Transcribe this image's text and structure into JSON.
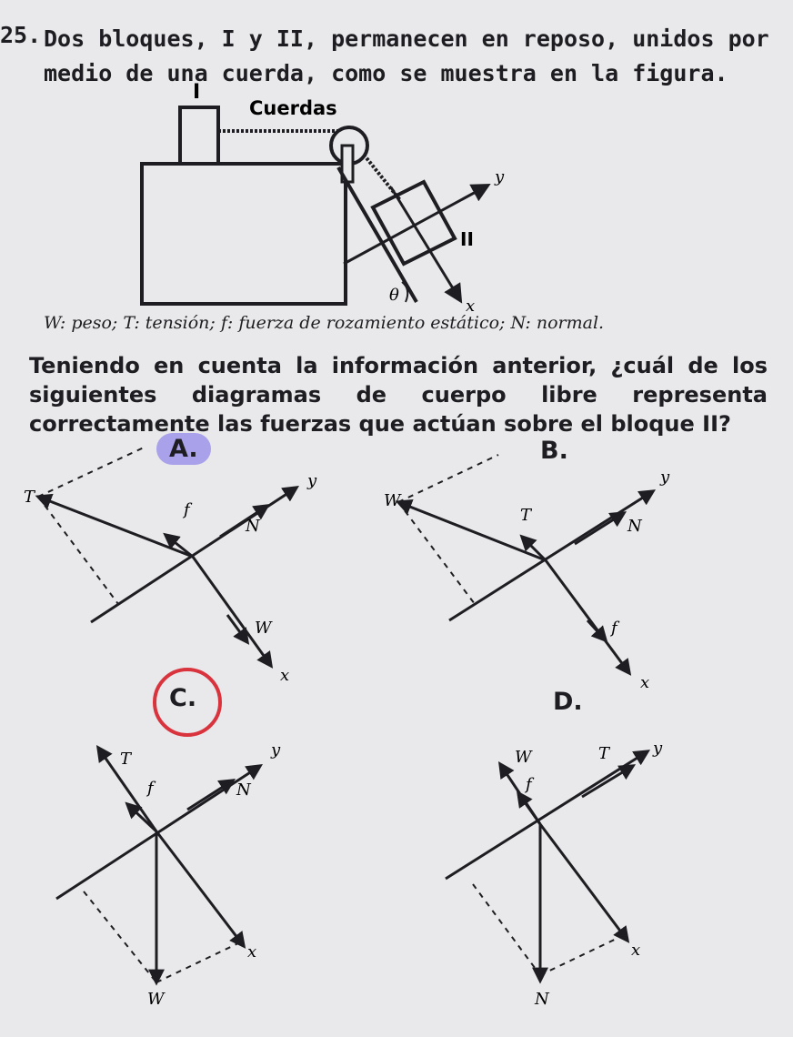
{
  "question": {
    "number": "25.",
    "stem": "Dos bloques, I y II, permanecen en reposo, unidos por medio de una cuerda, como se muestra en la figura.",
    "legend": "W: peso; T: tensión; f: fuerza de rozamiento estático; N: normal.",
    "prompt": "Teniendo en cuenta la información anterior, ¿cuál de los siguientes diagramas de cuerpo libre representa correctamente las fuerzas que actúan sobre el bloque II?"
  },
  "figure": {
    "block1_label": "I",
    "rope_label": "Cuerdas",
    "block2_label": "II",
    "angle_label": "θ",
    "axis_x": "x",
    "axis_y": "y"
  },
  "options": [
    {
      "letter": "A.",
      "labels": {
        "T": "T",
        "f": "f",
        "N": "N",
        "W": "W",
        "x": "x",
        "y": "y"
      }
    },
    {
      "letter": "B.",
      "labels": {
        "W": "W",
        "T": "T",
        "N": "N",
        "f": "f",
        "x": "x",
        "y": "y"
      }
    },
    {
      "letter": "C.",
      "labels": {
        "T": "T",
        "f": "f",
        "N": "N",
        "W": "W",
        "x": "x",
        "y": "y"
      }
    },
    {
      "letter": "D.",
      "labels": {
        "W": "W",
        "T": "T",
        "f": "f",
        "N": "N",
        "x": "x",
        "y": "y"
      }
    }
  ],
  "annotations": {
    "highlight_color": "#a9a2ea",
    "circle_color": "#d9333d"
  }
}
